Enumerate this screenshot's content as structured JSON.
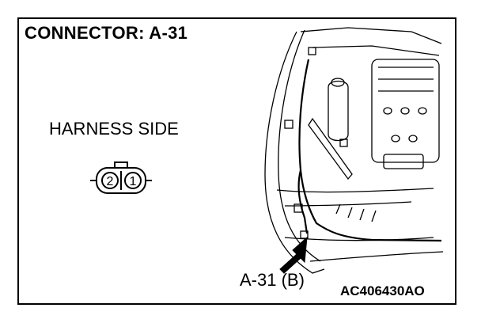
{
  "diagram": {
    "title": "CONNECTOR: A-31",
    "side_label": "HARNESS SIDE",
    "connector": {
      "pin_left": "2",
      "pin_right": "1"
    },
    "callout_label": "A-31 (B)",
    "figure_code": "AC406430AO"
  }
}
